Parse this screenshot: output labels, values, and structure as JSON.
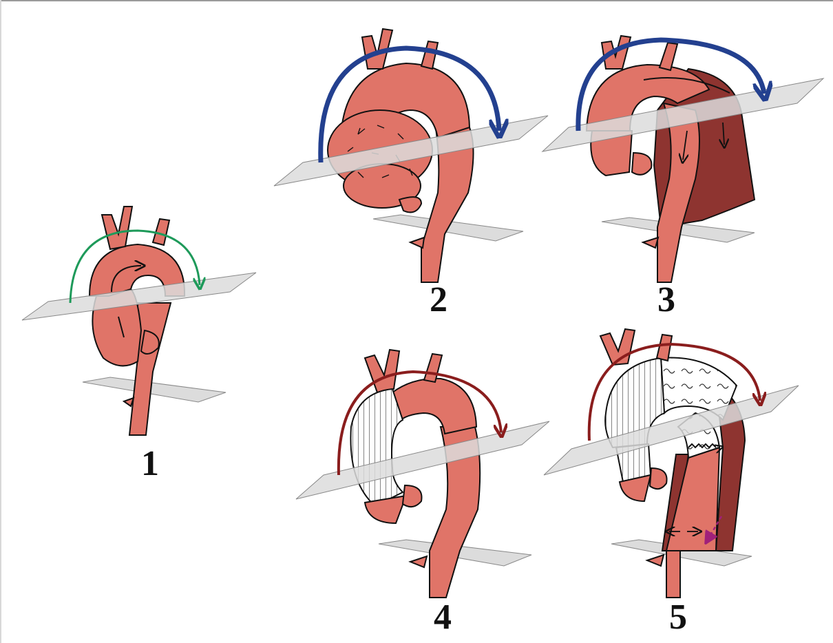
{
  "panels": [
    {
      "number": "1"
    },
    {
      "number": "2"
    },
    {
      "number": "3"
    },
    {
      "number": "4"
    },
    {
      "number": "5"
    }
  ],
  "colors": {
    "vessel": "#e07468",
    "false_lumen": "#8e3430",
    "plane": "#dcdcdc",
    "arrow_green": "#1e9a5a",
    "arrow_blue": "#23408f",
    "arrow_red": "#8a1d1d",
    "arrow_purple": "#a0207a",
    "outline": "#111111"
  }
}
